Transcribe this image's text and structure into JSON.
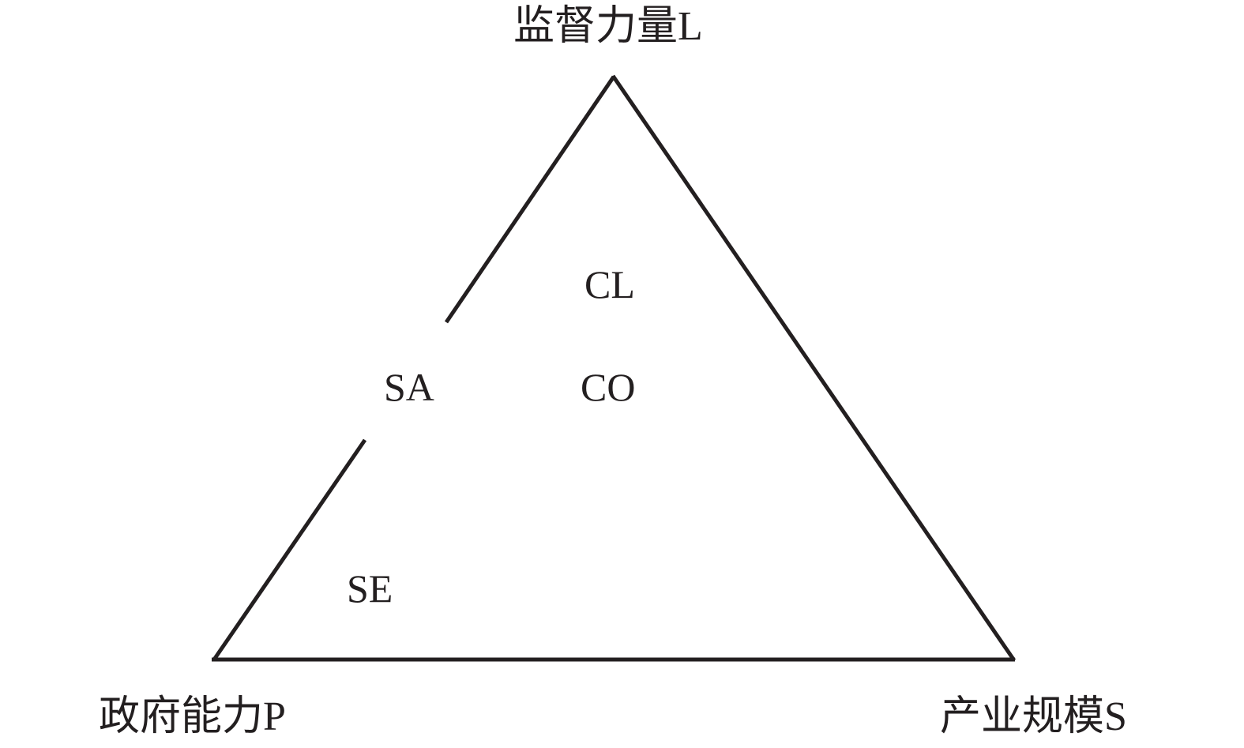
{
  "vertices": {
    "top": "监督力量L",
    "left": "政府能力P",
    "right": "产业规模S"
  },
  "regions": {
    "cl": "CL",
    "co": "CO",
    "sa": "SA",
    "se": "SE"
  },
  "colors": {
    "stroke": "#231f20",
    "text": "#231f20",
    "background": "#ffffff"
  }
}
